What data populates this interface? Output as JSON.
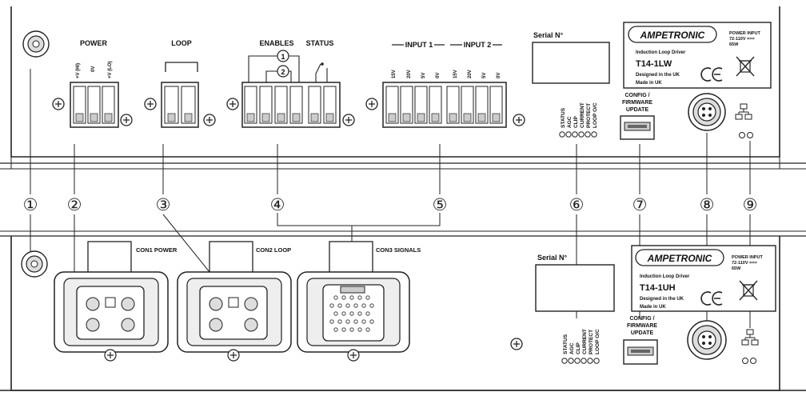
{
  "top_panel": {
    "power": {
      "title": "POWER",
      "pins": [
        "+V (HI)",
        "0V",
        "+V (LO)"
      ]
    },
    "loop": {
      "title": "LOOP"
    },
    "enables": {
      "title": "ENABLES",
      "marks": [
        "1",
        "2"
      ]
    },
    "status": {
      "title": "STATUS"
    },
    "input1": {
      "title": "INPUT 1",
      "pins": [
        "15V",
        "20V",
        "5V",
        "0V"
      ]
    },
    "input2": {
      "title": "INPUT 2",
      "pins": [
        "15V",
        "20V",
        "5V",
        "0V"
      ]
    },
    "serial": "Serial N°",
    "leds": [
      "STATUS",
      "AGC",
      "CLIP",
      "CURRENT",
      "PROTECT",
      "LOOP O/C"
    ],
    "usb_label": [
      "CONFIG /",
      "FIRMWARE",
      "UPDATE"
    ],
    "nameplate": {
      "brand": "AMPETRONIC",
      "line1": "Induction Loop Driver",
      "model": "T14-1LW",
      "line3": "Designed in the UK",
      "line4": "Made in UK",
      "power1": "POWER INPUT",
      "power2": "72-110V ===",
      "power3": "65W"
    }
  },
  "bottom_panel": {
    "con1": "CON1 POWER",
    "con2": "CON2 LOOP",
    "con3": "CON3 SIGNALS",
    "serial": "Serial N°",
    "leds": [
      "STATUS",
      "AGC",
      "CLIP",
      "CURRENT",
      "PROTECT",
      "LOOP O/C"
    ],
    "usb_label": [
      "CONFIG /",
      "FIRMWARE",
      "UPDATE"
    ],
    "nameplate": {
      "brand": "AMPETRONIC",
      "line1": "Induction Loop Driver",
      "model": "T14-1UH",
      "line3": "Designed in the UK",
      "line4": "Made in UK",
      "power1": "POWER INPUT",
      "power2": "72-110V ===",
      "power3": "65W"
    }
  },
  "callouts": [
    "①",
    "②",
    "③",
    "④",
    "⑤",
    "⑥",
    "⑦",
    "⑧",
    "⑨"
  ]
}
